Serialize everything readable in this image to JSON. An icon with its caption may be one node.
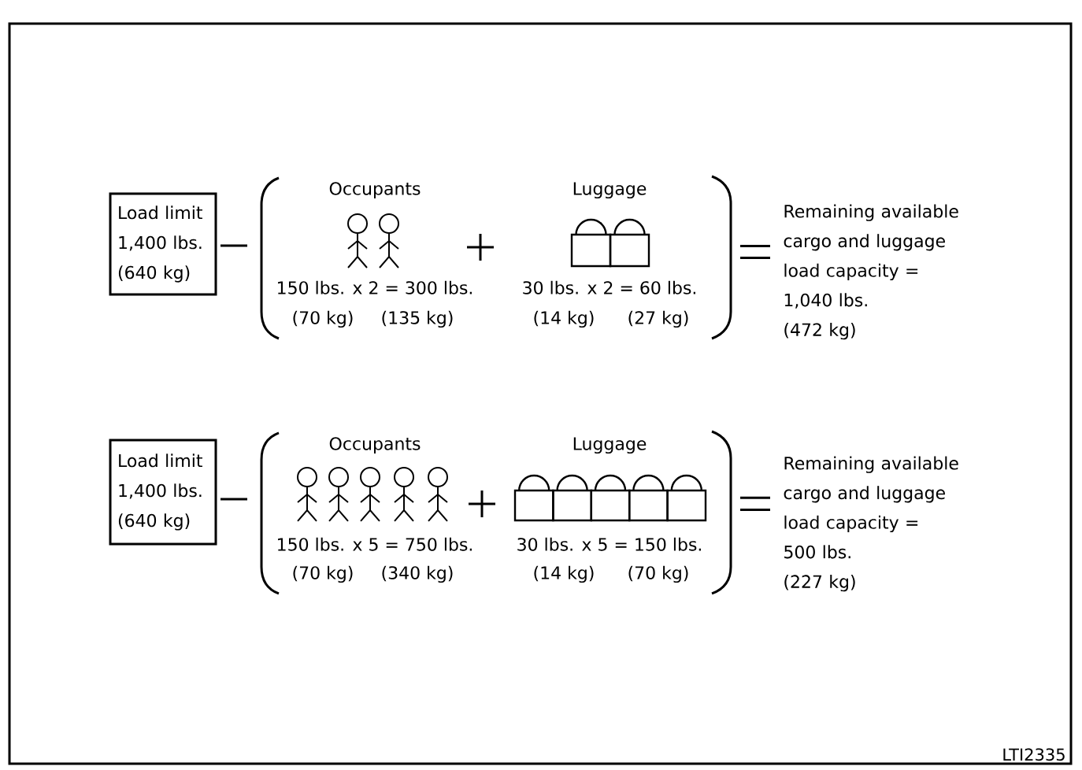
{
  "diagram": {
    "nodes": [
      {
        "text": [
          "Load limit 1,400 lbs. (640 kg)"
        ]
      },
      {
        "text": [
          "Load limit 1,400 lbs. (640 kg)"
        ]
      }
    ],
    "labels": [
      "Occupants",
      "Luggage",
      "150 lbs. x 2 = 300 lbs.",
      "30 lbs. x 2 = 60 lbs.",
      "(70 kg)",
      "(135 kg)",
      "(14 kg)",
      "(27 kg)",
      "Remaining available cargo and luggage load capacity = 1,040 lbs. (472 kg)",
      "Occupants",
      "Luggage",
      "150 lbs. x 5 = 750 lbs.",
      "30 lbs. x 5 = 150 lbs.",
      "(70 kg)",
      "(340 kg)",
      "(14 kg)",
      "(70 kg)",
      "Remaining available cargo and luggage load capacity = 500 lbs. (227 kg)",
      "LTI2335"
    ]
  }
}
